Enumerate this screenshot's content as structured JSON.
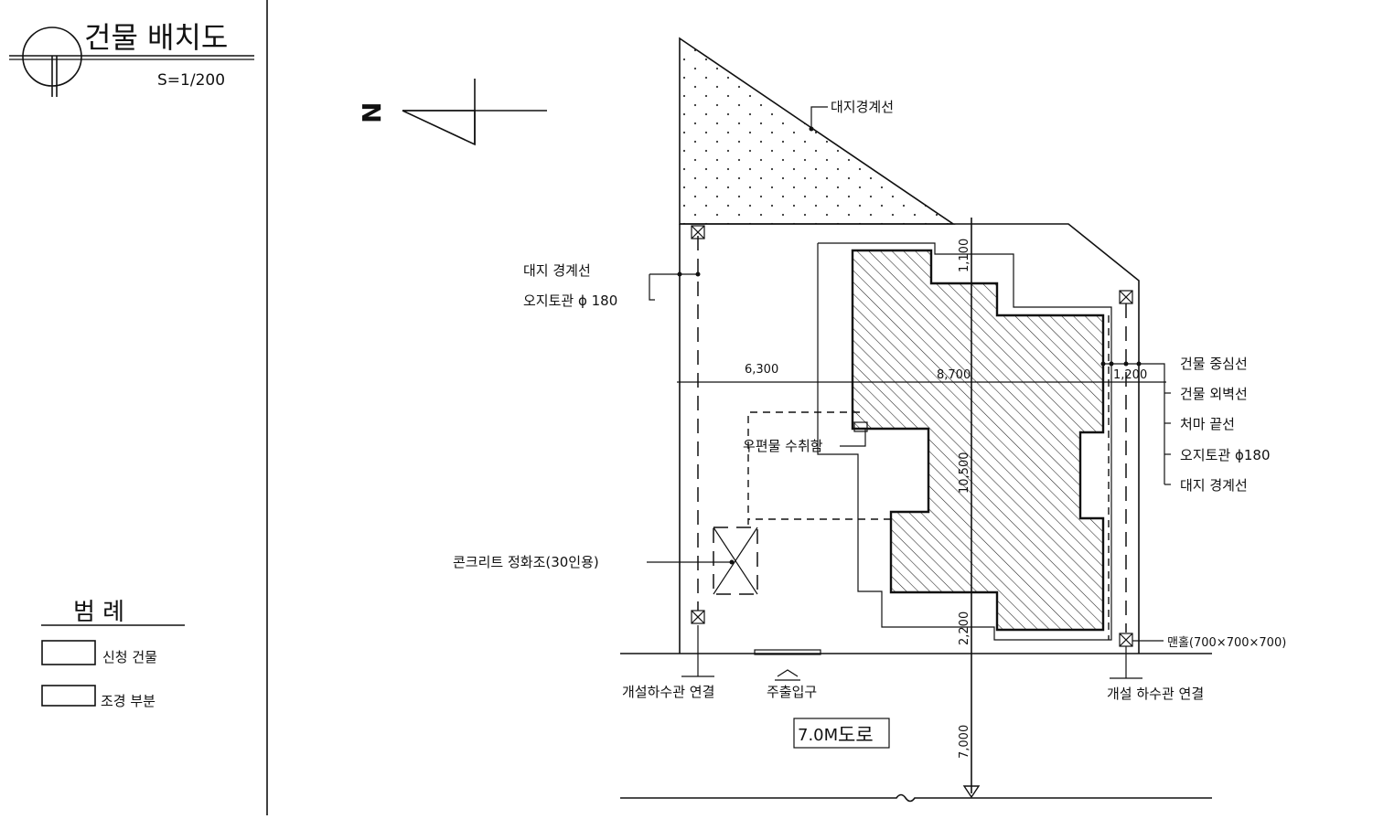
{
  "title": "건물 배치도",
  "scale": "S=1/200",
  "north_mark": "N",
  "legend": {
    "heading": "범 례",
    "items": [
      {
        "label": "신청 건물"
      },
      {
        "label": "조경 부분"
      }
    ]
  },
  "labels": {
    "boundary_top": "대지경계선",
    "boundary_left": "대지 경계선",
    "sewer_left": "오지토관 ϕ 180",
    "building_center": "건물 중심선",
    "building_wall": "건물 외벽선",
    "eaves": "처마 끝선",
    "sewer_right": "오지토관 ϕ180",
    "boundary_right": "대지 경계선",
    "mailbox": "우편물 수취함",
    "septic": "콘크리트 정화조(30인용)",
    "manhole": "맨홀(700×700×700)",
    "sewer_conn_left": "개설하수관 연결",
    "main_entrance": "주출입구",
    "sewer_conn_right": "개설 하수관 연결",
    "road_width": "7.0M",
    "road": "도로"
  },
  "dimensions": {
    "top": "1,100",
    "left": "6,300",
    "width": "8,700",
    "right": "1,200",
    "height": "10,500",
    "bottom": "2,200",
    "road": "7,000"
  }
}
